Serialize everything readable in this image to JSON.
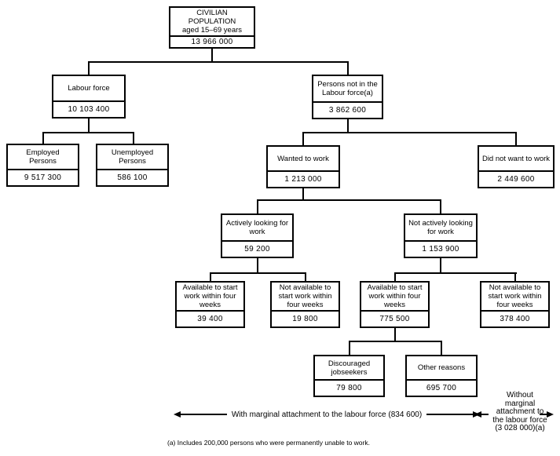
{
  "nodes": {
    "civilian": {
      "label": "CIVILIAN POPULATION\naged 15–69 years",
      "value": "13 966 000"
    },
    "labour_force": {
      "label": "Labour force",
      "value": "10 103 400"
    },
    "not_in_labour_force": {
      "label": "Persons not in the\nLabour force(a)",
      "value": "3 862 600"
    },
    "employed": {
      "label": "Employed\nPersons",
      "value": "9 517 300"
    },
    "unemployed": {
      "label": "Unemployed\nPersons",
      "value": "586 100"
    },
    "wanted_to_work": {
      "label": "Wanted to work",
      "value": "1 213 000"
    },
    "did_not_want_to_work": {
      "label": "Did not want to work",
      "value": "2 449 600"
    },
    "actively_looking": {
      "label": "Actively looking for\nwork",
      "value": "59 200"
    },
    "not_actively_looking": {
      "label": "Not actively looking\nfor work",
      "value": "1 153 900"
    },
    "available_four_weeks_active": {
      "label": "Available to start\nwork within four\nweeks",
      "value": "39 400"
    },
    "not_available_four_weeks_active": {
      "label": "Not available to\nstart work within\nfour weeks",
      "value": "19 800"
    },
    "available_four_weeks_not_active": {
      "label": "Available to start\nwork within four\nweeks",
      "value": "775 500"
    },
    "not_available_four_weeks_not_active": {
      "label": "Not available to\nstart work within\nfour weeks",
      "value": "378 400"
    },
    "discouraged_jobseekers": {
      "label": "Discouraged\njobseekers",
      "value": "79 800"
    },
    "other_reasons": {
      "label": "Other reasons",
      "value": "695 700"
    }
  },
  "annotations": {
    "with_marginal": "With marginal attachment to the labour force (834 600)",
    "without_marginal": "Without\nmarginal\nattachment to\nthe labour force\n(3 028 000)(a)",
    "footnote": "(a) Includes 200,000 persons who were permanently unable to work."
  },
  "colors": {
    "line": "#000000",
    "background": "#ffffff",
    "text": "#000000"
  }
}
